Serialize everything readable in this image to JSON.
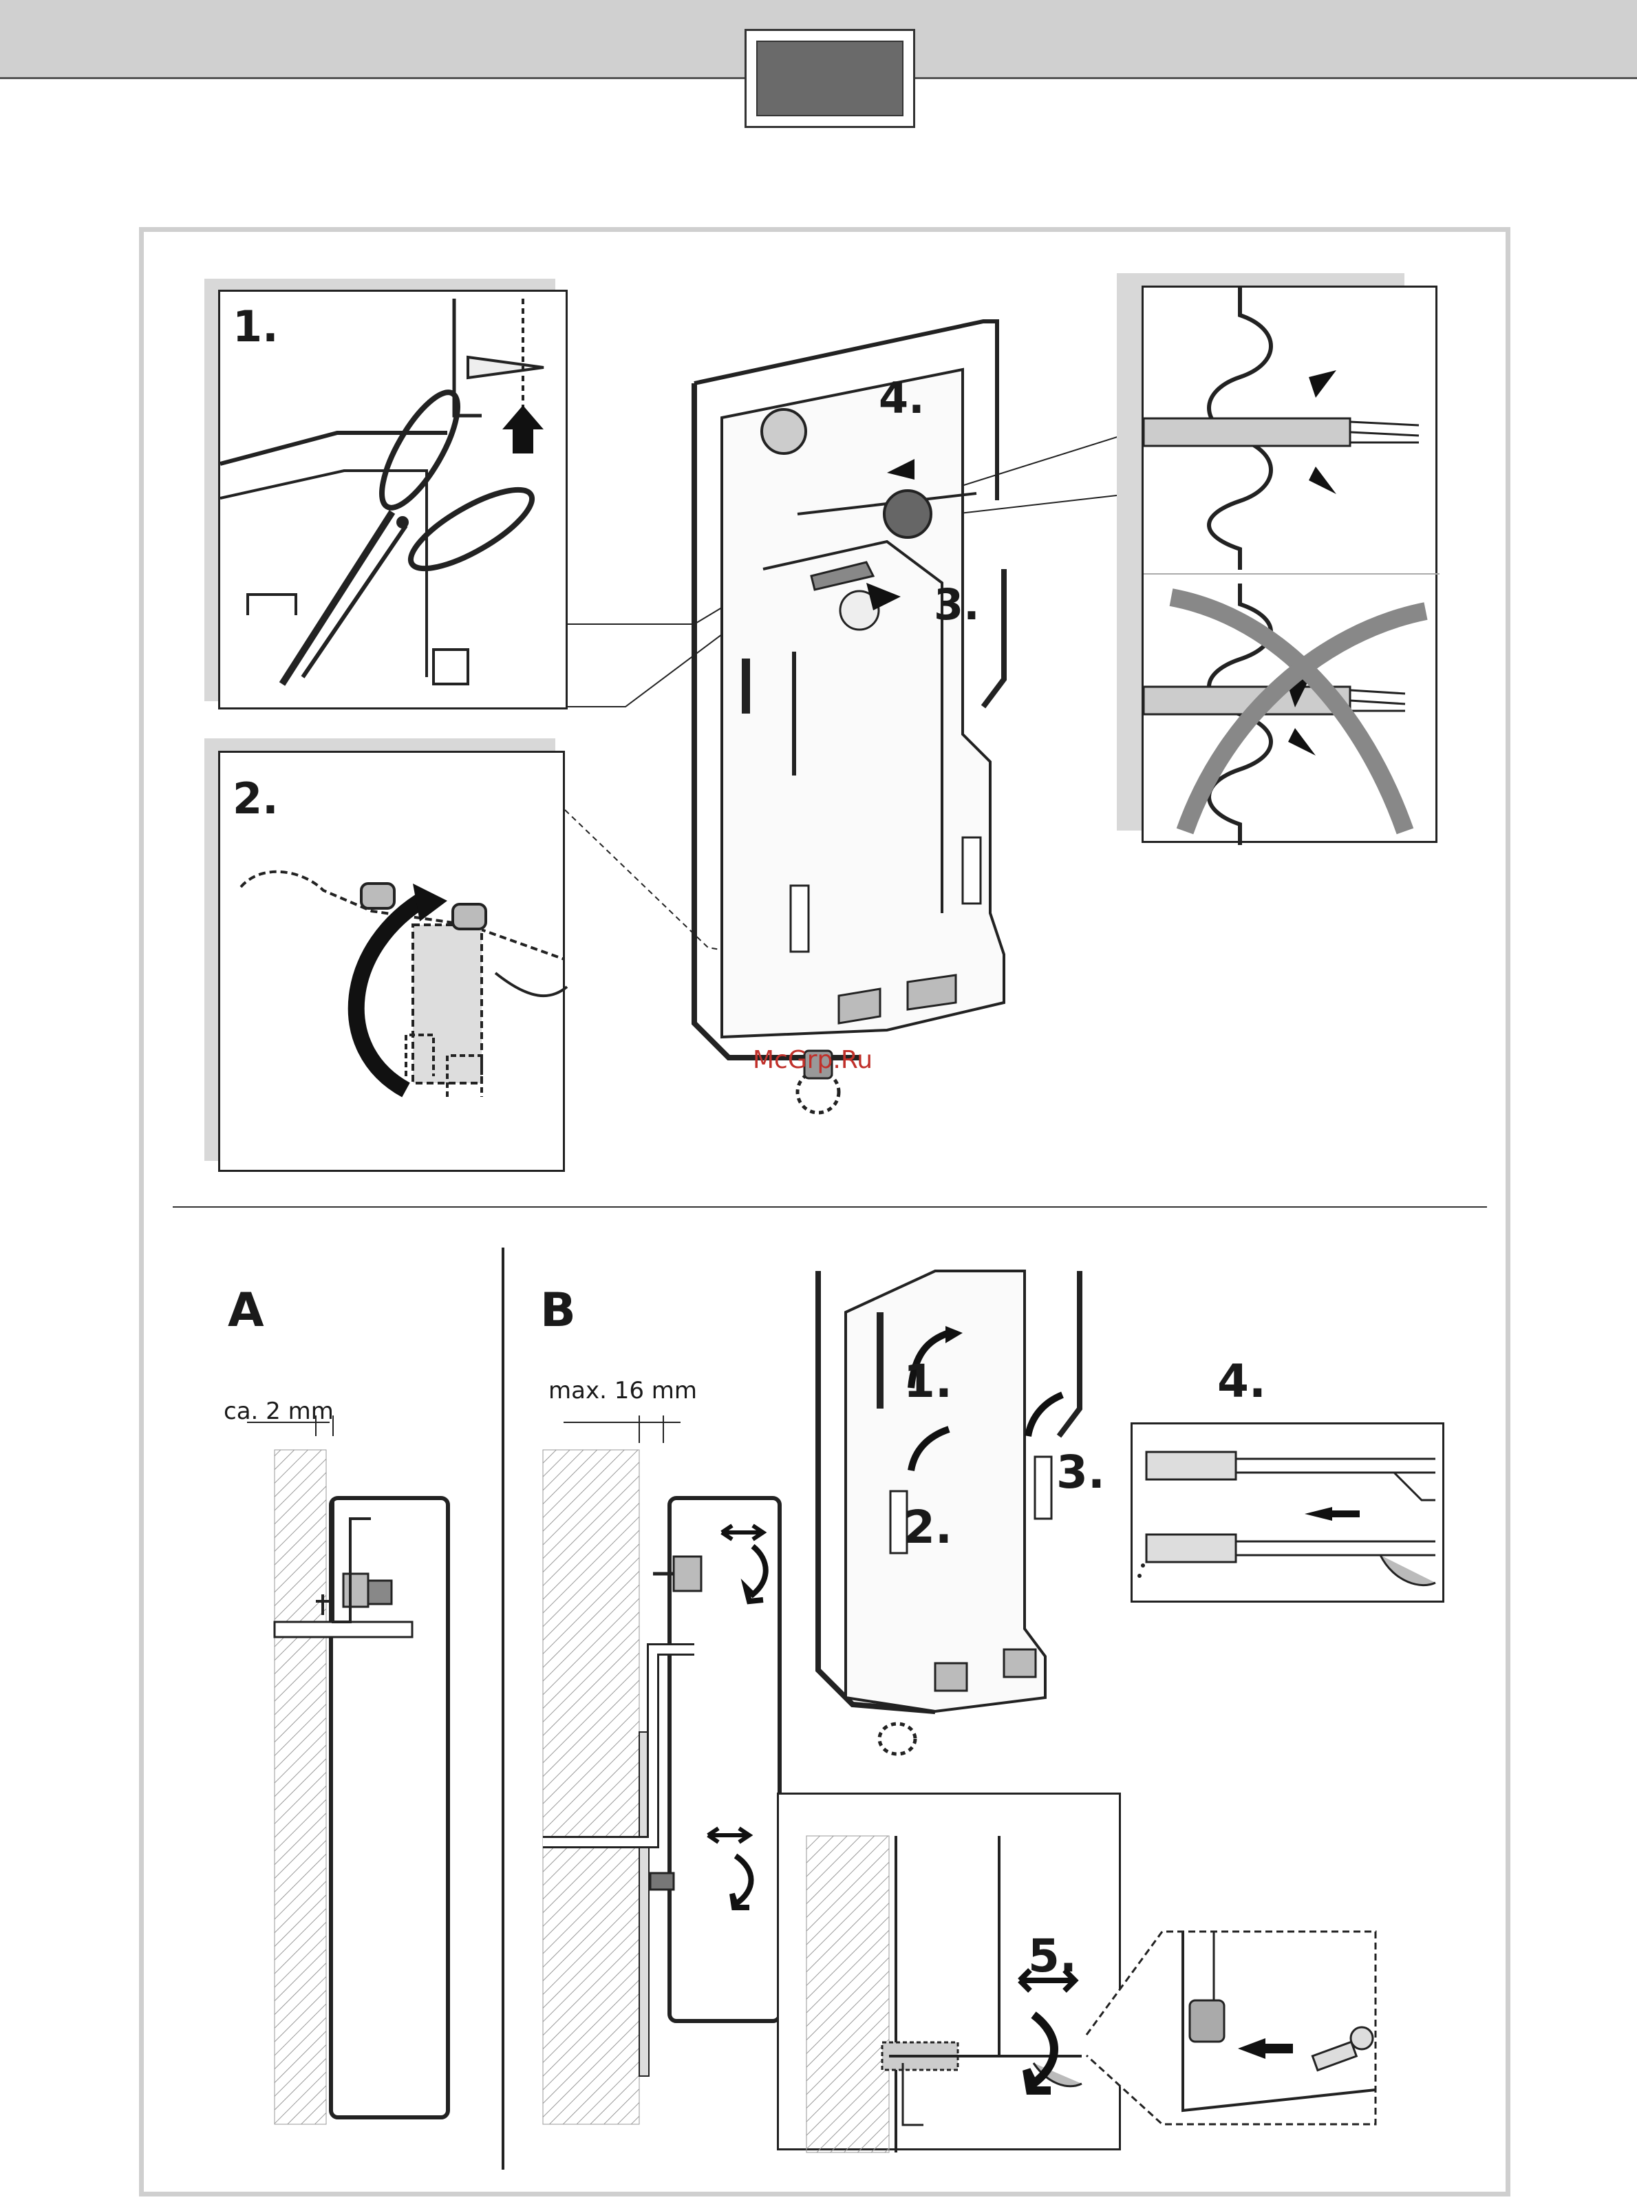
{
  "watermark": "McGrp.Ru",
  "top": {
    "steps": {
      "s1": "1.",
      "s2": "2.",
      "s3": "3.",
      "s4": "4."
    }
  },
  "bottom": {
    "section_a": {
      "label": "A",
      "dimension": "ca. 2 mm"
    },
    "section_b": {
      "label": "B",
      "dimension": "max. 16 mm"
    },
    "steps": {
      "s1": "1.",
      "s2": "2.",
      "s3": "3.",
      "s4": "4.",
      "s5": "5."
    }
  }
}
